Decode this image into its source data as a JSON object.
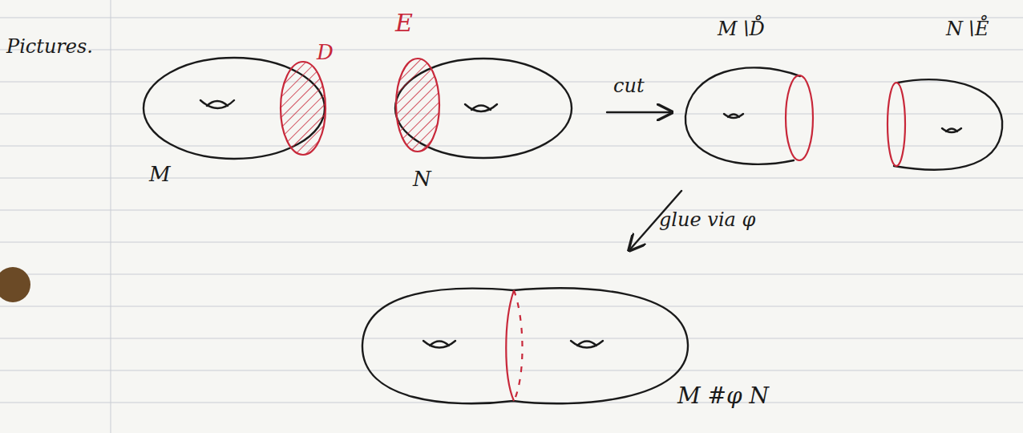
{
  "diagram": {
    "labels": [
      "Pictures.",
      "D",
      "E",
      "M",
      "N",
      "cut",
      "M∖D̊",
      "N∖E̊",
      "glue via φ",
      "M #φ N"
    ]
  }
}
